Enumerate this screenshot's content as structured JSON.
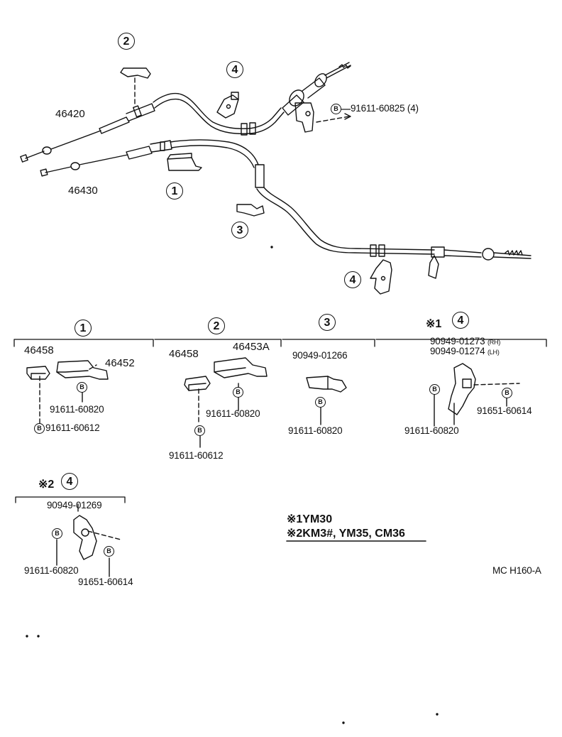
{
  "callouts": {
    "c1": "1",
    "c2": "2",
    "c3": "3",
    "c4": "4",
    "bolt": "B"
  },
  "main_diagram": {
    "cable_left_upper": "46420",
    "cable_left_lower": "46430",
    "bolt_top": "91611-60825 (4)"
  },
  "groups": {
    "g1": {
      "part_a": "46458",
      "part_b": "46452",
      "bolt_1": "91611-60820",
      "bolt_2": "91611-60612"
    },
    "g2": {
      "part_a": "46458",
      "part_b": "46453A",
      "bolt_1": "91611-60820",
      "bolt_2": "91611-60612"
    },
    "g3": {
      "part_a": "90949-01266",
      "bolt_1": "91611-60820"
    },
    "g4a": {
      "mark": "※1",
      "part_rh": "90949-01273",
      "rh": "(RH)",
      "part_lh": "90949-01274",
      "lh": "(LH)",
      "bolt_1": "91611-60820",
      "bolt_2": "91651-60614"
    },
    "g4b": {
      "mark": "※2",
      "part_a": "90949-01269",
      "bolt_1": "91611-60820",
      "bolt_2": "91651-60614"
    }
  },
  "notes": {
    "note1": "※1YM30",
    "note2": "※2KM3#, YM35, CM36"
  },
  "figure_code": "MC H160-A"
}
